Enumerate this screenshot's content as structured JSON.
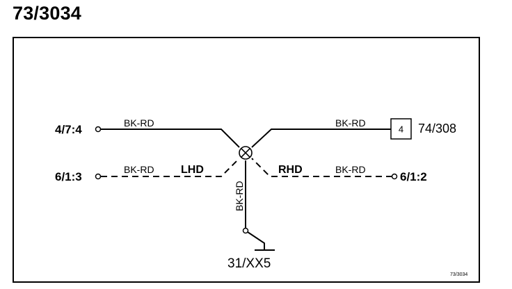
{
  "page": {
    "title": "73/3034"
  },
  "diagram": {
    "connectors": {
      "left_top": "4/7:4",
      "left_bottom": "6/1:3",
      "right_bottom": "6/1:2"
    },
    "wires": {
      "top_left": "BK-RD",
      "top_right": "BK-RD",
      "bottom_left": "BK-RD",
      "bottom_right": "BK-RD",
      "vertical": "BK-RD"
    },
    "variants": {
      "left": "LHD",
      "right": "RHD"
    },
    "component": {
      "pin": "4",
      "label": "74/308"
    },
    "ground": {
      "label": "31/XX5"
    },
    "reference": "73/3034"
  },
  "colors": {
    "line": "#000000",
    "background": "#ffffff"
  }
}
